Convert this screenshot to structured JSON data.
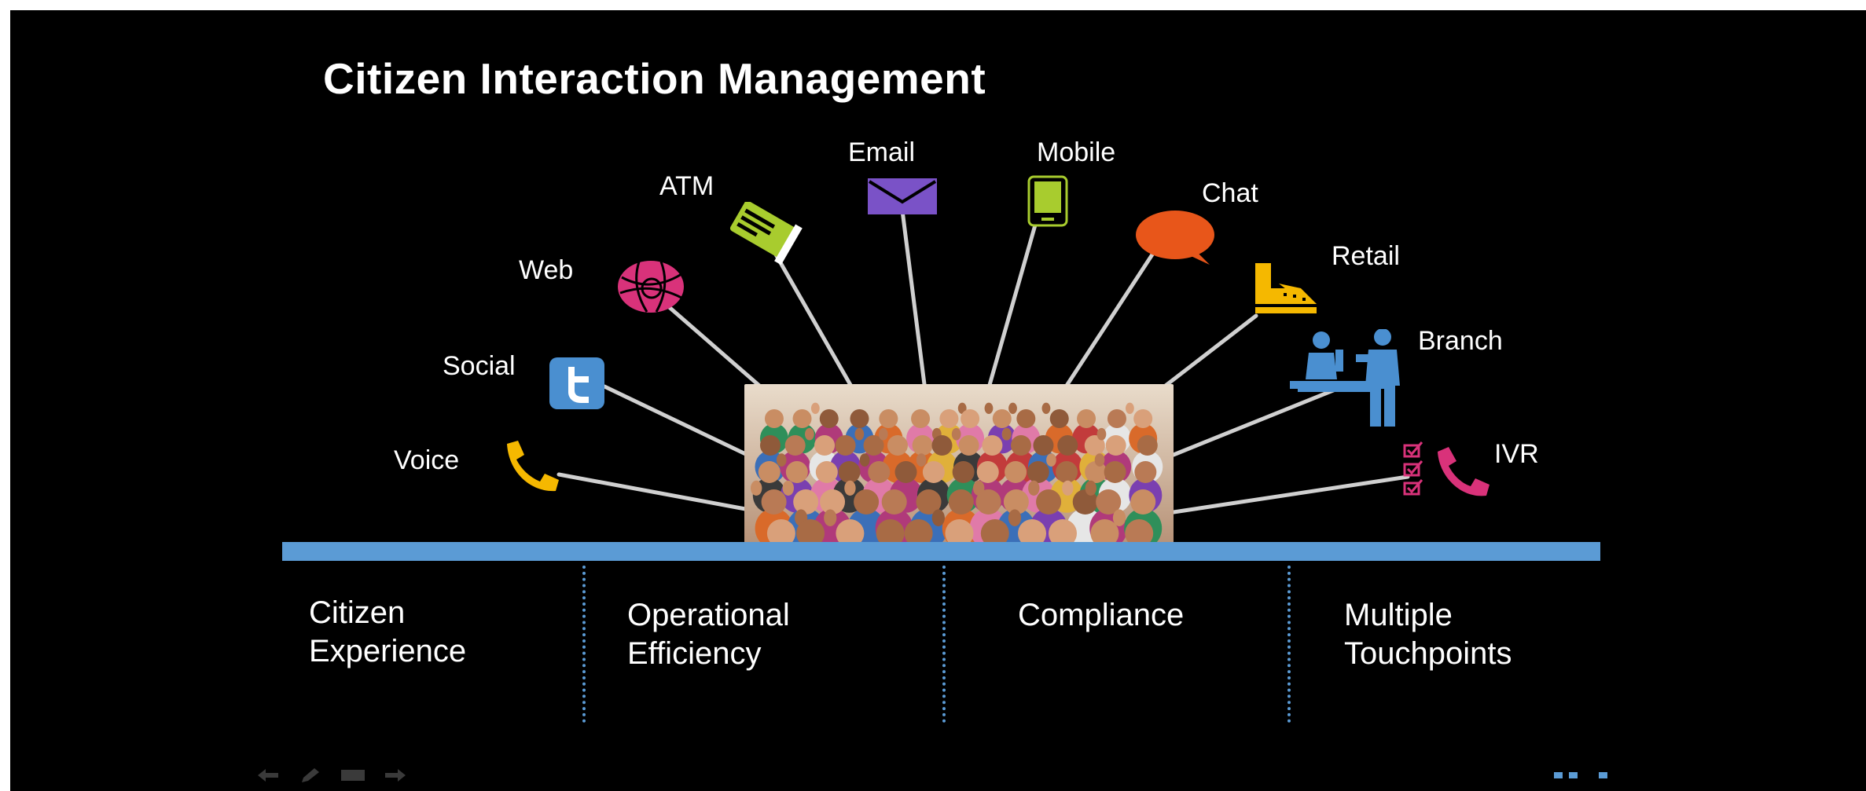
{
  "slide": {
    "title": "Citizen Interaction Management",
    "channels": [
      {
        "label": "Voice",
        "icon": "phone-icon",
        "color": "#f5b800"
      },
      {
        "label": "Social",
        "icon": "twitter-icon",
        "color": "#4a8fd0"
      },
      {
        "label": "Web",
        "icon": "globe-icon",
        "color": "#d9327a"
      },
      {
        "label": "ATM",
        "icon": "atm-card-icon",
        "color": "#a8cc2e"
      },
      {
        "label": "Email",
        "icon": "envelope-icon",
        "color": "#7a52c7"
      },
      {
        "label": "Mobile",
        "icon": "mobile-phone-icon",
        "color": "#a8cc2e"
      },
      {
        "label": "Chat",
        "icon": "chat-bubble-icon",
        "color": "#e8561a"
      },
      {
        "label": "Retail",
        "icon": "retail-store-icon",
        "color": "#f5b800"
      },
      {
        "label": "Branch",
        "icon": "branch-counter-icon",
        "color": "#4a8fd0"
      },
      {
        "label": "IVR",
        "icon": "ivr-phone-icon",
        "color": "#d9327a"
      }
    ],
    "pillars": [
      {
        "line1": "Citizen",
        "line2": "Experience"
      },
      {
        "line1": "Operational",
        "line2": "Efficiency"
      },
      {
        "line1": "Compliance",
        "line2": ""
      },
      {
        "line1": "Multiple",
        "line2": "Touchpoints"
      }
    ],
    "accent_color": "#5b9bd5",
    "photo_icon": "crowd-photo-icon"
  },
  "viewer": {
    "nav": [
      "back-arrow-icon",
      "pen-icon",
      "menu-icon",
      "forward-arrow-icon"
    ]
  }
}
